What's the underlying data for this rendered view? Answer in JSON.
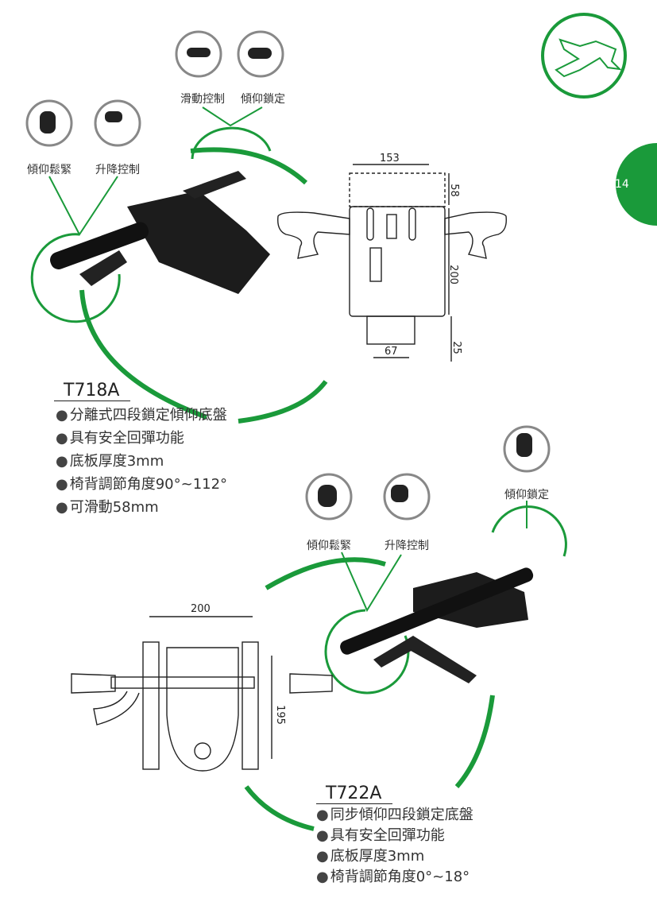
{
  "page_number": "14",
  "colors": {
    "accent_green": "#1a9a3a",
    "dark": "#222222"
  },
  "product1": {
    "model": "T718A",
    "control_labels": {
      "slide": "滑動控制",
      "tilt_lock": "傾仰鎖定",
      "tilt_tension": "傾仰鬆緊",
      "height": "升降控制"
    },
    "dimensions": {
      "width_top": "153",
      "slide": "58",
      "length": "200",
      "offset": "67",
      "bottom": "25"
    },
    "features": [
      "分離式四段鎖定傾仰底盤",
      "具有安全回彈功能",
      "底板厚度3mm",
      "椅背調節角度90°~112°",
      "可滑動58mm"
    ]
  },
  "product2": {
    "model": "T722A",
    "control_labels": {
      "tilt_tension": "傾仰鬆緊",
      "height": "升降控制",
      "tilt_lock": "傾仰鎖定"
    },
    "dimensions": {
      "width": "200",
      "length": "195"
    },
    "features": [
      "同步傾仰四段鎖定底盤",
      "具有安全回彈功能",
      "底板厚度3mm",
      "椅背調節角度0°~18°"
    ]
  },
  "bullet_glyph": "●"
}
